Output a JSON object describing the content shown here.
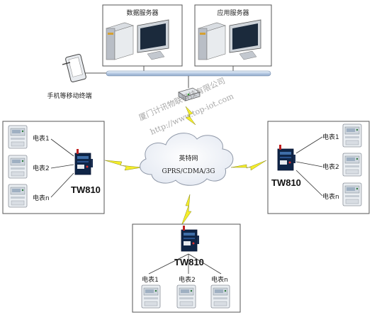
{
  "servers": {
    "data_server": "数据服务器",
    "app_server": "应用服务器"
  },
  "mobile_terminal": "手机等移动终端",
  "cloud": {
    "name": "英特网",
    "network": "GPRS/CDMA/3G"
  },
  "watermark": {
    "company": "厦门计讯物联科技有限公司",
    "url": "http://www.top-iot.com"
  },
  "groups": {
    "left": {
      "device": "TW810",
      "meters": [
        "电表1",
        "电表2",
        "电表n"
      ]
    },
    "right": {
      "device": "TW810",
      "meters": [
        "电表1",
        "电表2",
        "电表n"
      ]
    },
    "bottom": {
      "device": "TW810",
      "meters": [
        "电表1",
        "电表2",
        "电表n"
      ]
    }
  },
  "colors": {
    "bus": "#c9d9ec",
    "lightning": "#f5ee2a",
    "box_border": "#444444"
  }
}
